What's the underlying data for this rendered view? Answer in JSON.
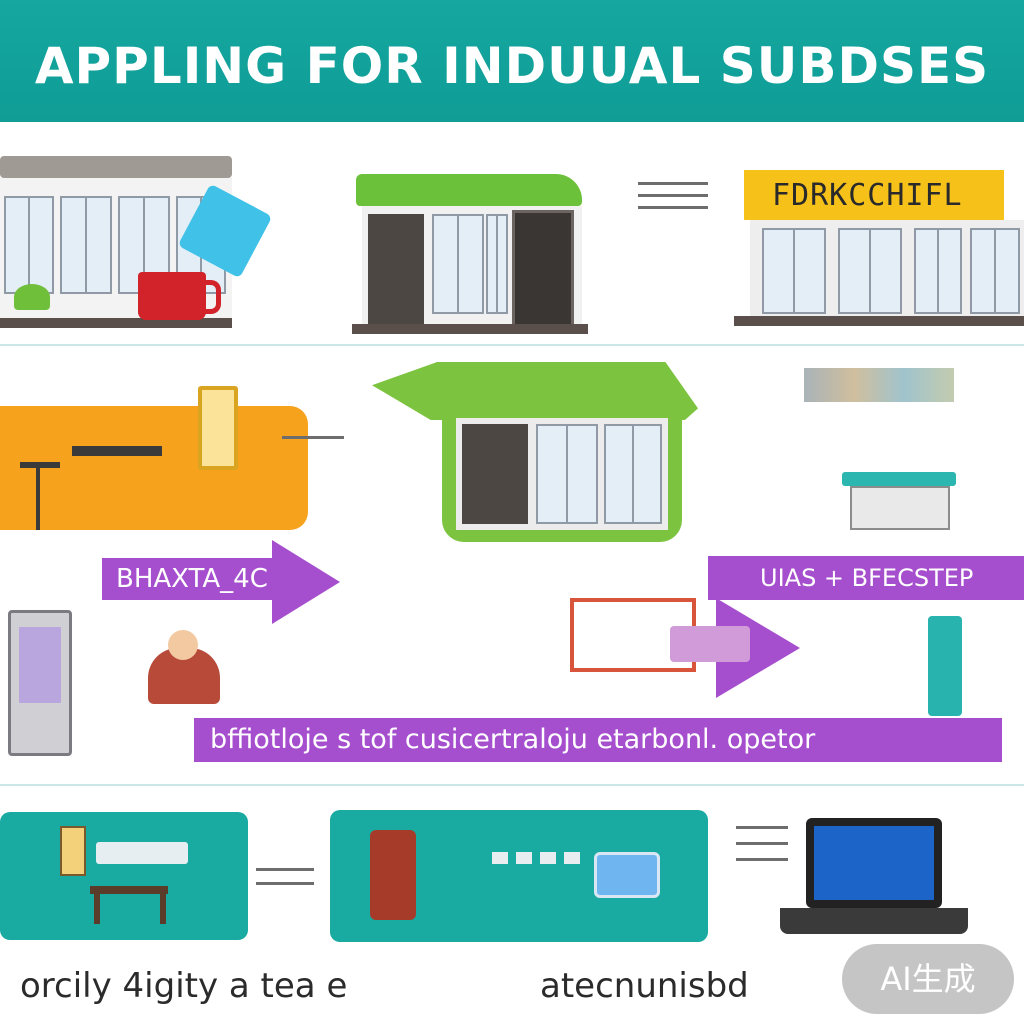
{
  "header": {
    "title": "APPLING FOR INDUUAL SUBDSES",
    "background": "#0f9d96"
  },
  "row1": {
    "sign_label": "FDRKCCHIFL",
    "colors": {
      "roof_green": "#6cc13a",
      "sign_yellow": "#f6c21a",
      "mug_red": "#d2232a",
      "cloth_blue": "#3fc1e8"
    }
  },
  "row2": {
    "colors": {
      "orange": "#f7a21c",
      "roof_green": "#7cc43f",
      "bench_teal": "#2bb7b0"
    }
  },
  "banners": {
    "left_label": "BHAXTA_4C",
    "right_label": "UIAS + BFECSTEP",
    "wide_label": "bffiotloje s tof cusicertraloju etarbonl. opetor",
    "color": "#a64fce"
  },
  "row4": {
    "colors": {
      "teal": "#19aaa2",
      "laptop_screen": "#1c64c8"
    }
  },
  "captions": {
    "left": "orcily 4igity a tea e",
    "right": "atecnunisbd"
  },
  "badge": {
    "label": "AI生成"
  }
}
